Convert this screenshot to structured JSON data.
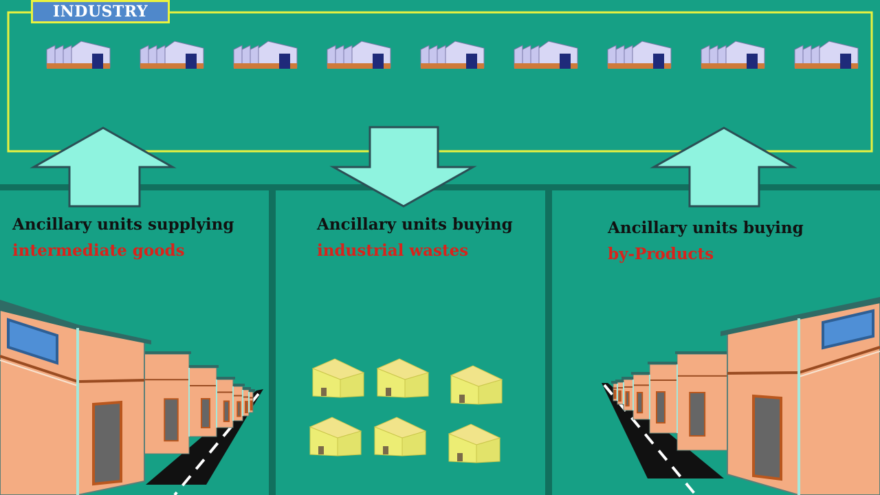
{
  "header": {
    "label": "INDUSTRY"
  },
  "panels": [
    {
      "title": "Ancillary units supplying",
      "subtitle": "intermediate goods",
      "arrow": "up"
    },
    {
      "title": "Ancillary units buying",
      "subtitle": "industrial wastes",
      "arrow": "down"
    },
    {
      "title": "Ancillary units buying",
      "subtitle": "by-Products",
      "arrow": "up"
    }
  ],
  "colors": {
    "background": "#16a085",
    "frame": "#e9f23f",
    "label_bg": "#4f88cb",
    "arrow_fill": "#8ff3df",
    "arrow_stroke": "#2b4f55",
    "divider": "#11705e",
    "accent_text": "#d9231b",
    "building_wall": "#f4ac82",
    "small_house": "#eced74"
  },
  "icons": [
    "factory-icon",
    "house-icon",
    "road-icon"
  ]
}
